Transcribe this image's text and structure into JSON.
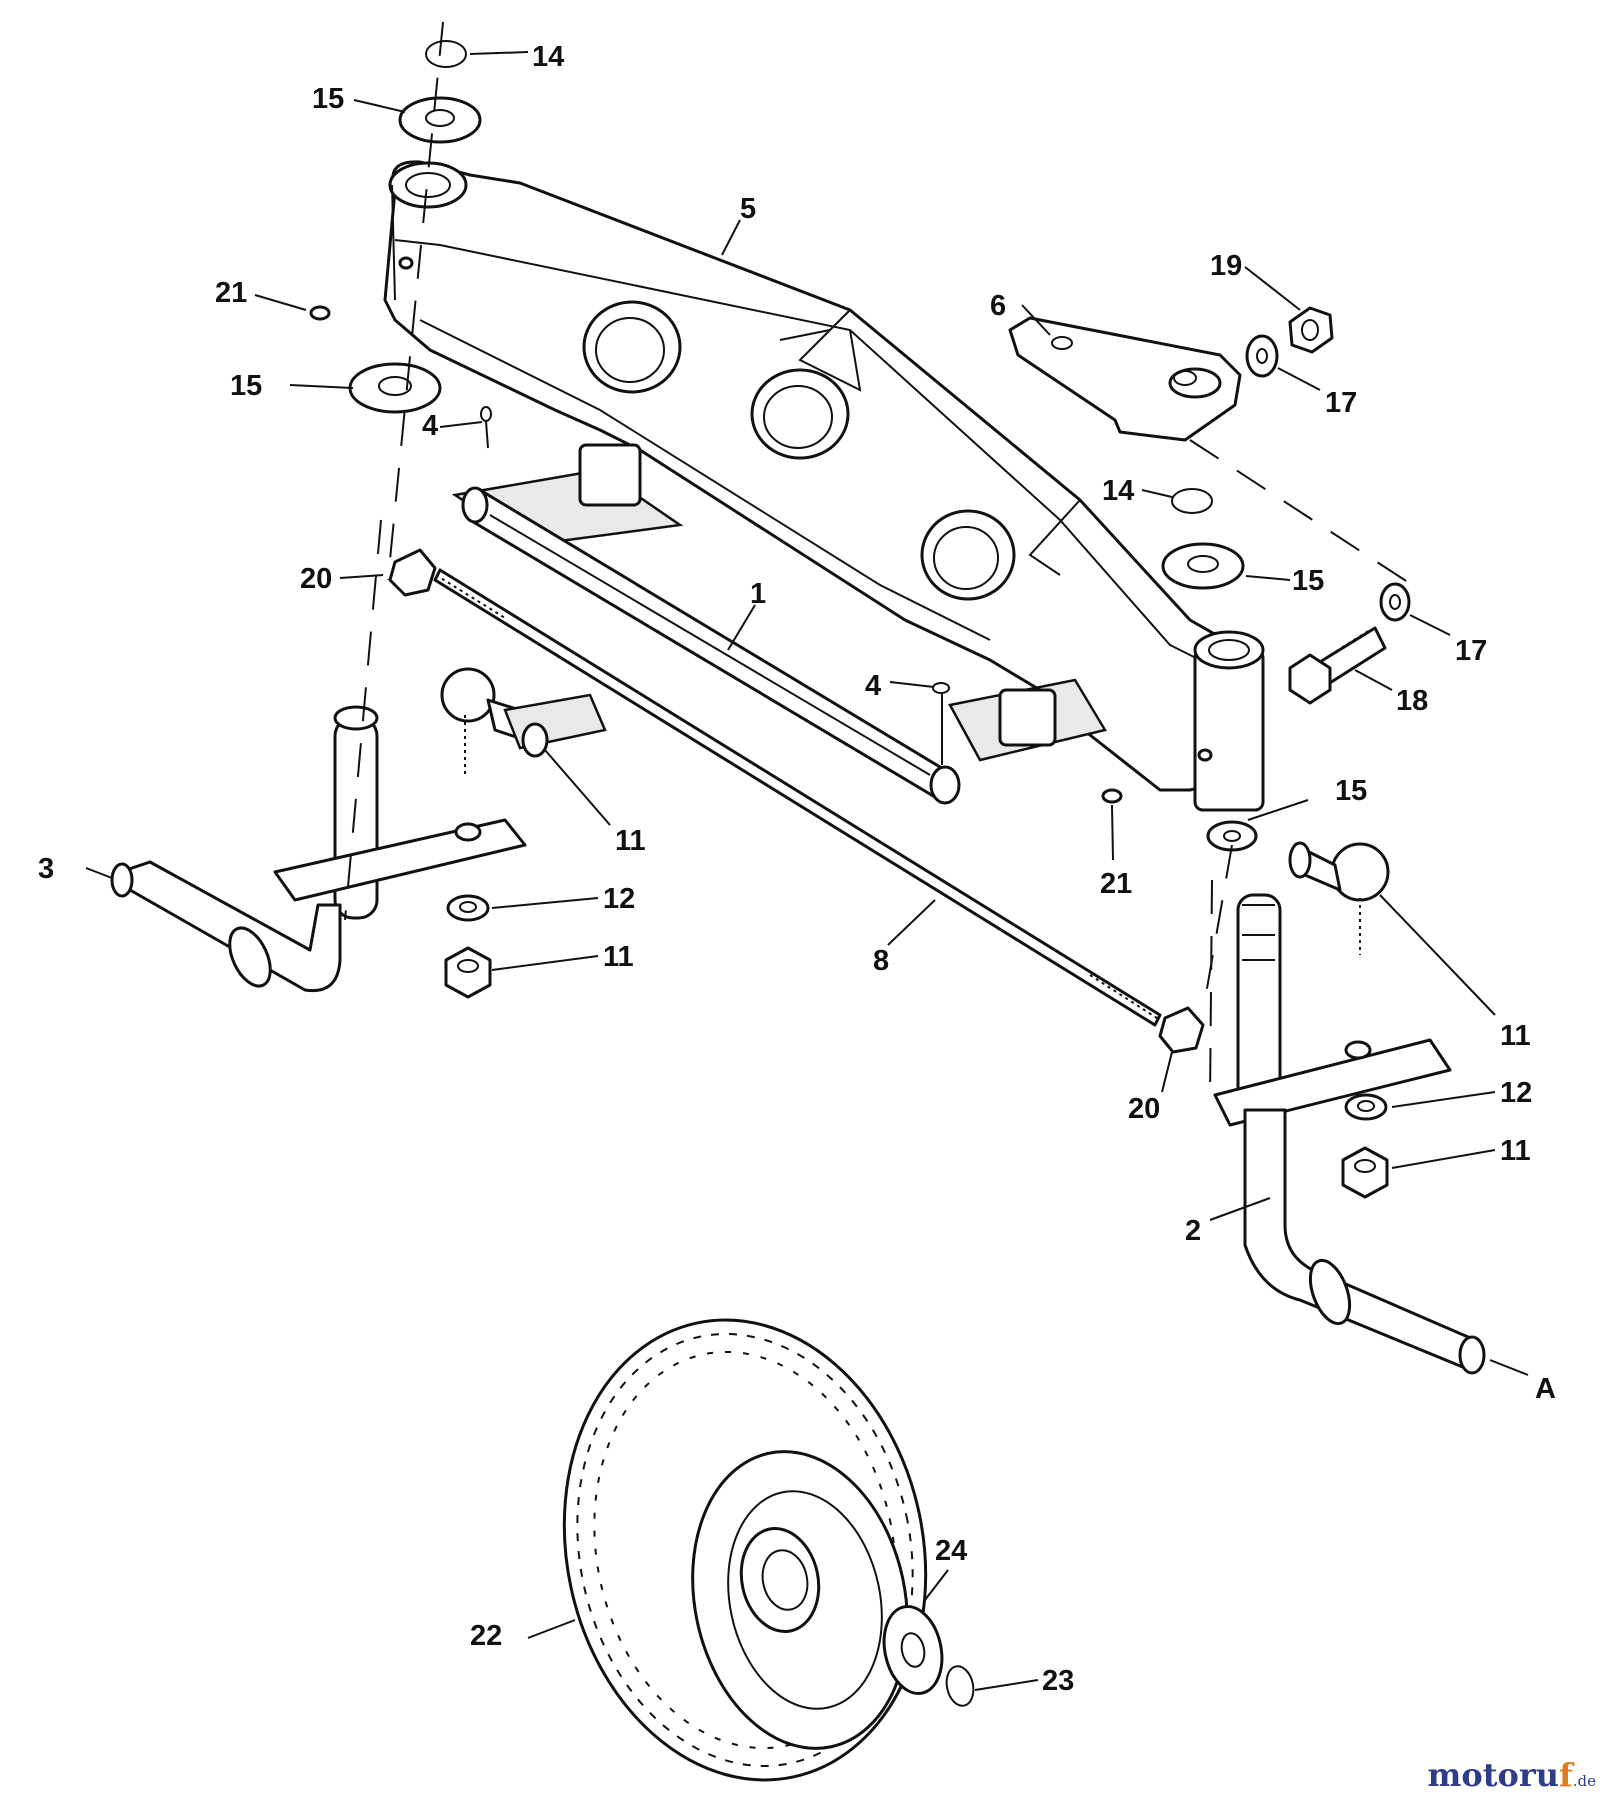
{
  "callouts": [
    "14",
    "15",
    "5",
    "19",
    "21",
    "6",
    "17",
    "15",
    "4",
    "14",
    "15",
    "20",
    "1",
    "17",
    "4",
    "18",
    "11",
    "15",
    "21",
    "3",
    "12",
    "11",
    "8",
    "11",
    "20",
    "12",
    "11",
    "2",
    "A",
    "24",
    "22",
    "23"
  ],
  "watermark": {
    "brand": "motoru",
    "accent": "f",
    "suffix": ".de"
  },
  "colors": {
    "ink": "#111111",
    "watermark_blue": "#2f3c8a",
    "watermark_orange": "#e07a1f"
  }
}
